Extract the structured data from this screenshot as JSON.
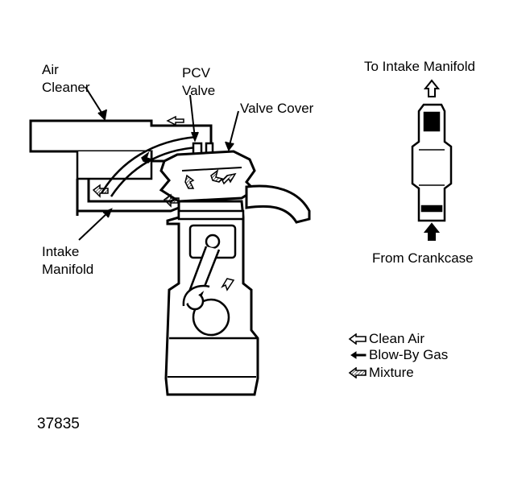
{
  "labels": {
    "air_cleaner_line1": "Air",
    "air_cleaner_line2": "Cleaner",
    "pcv_valve_line1": "PCV",
    "pcv_valve_line2": "Valve",
    "valve_cover": "Valve Cover",
    "intake_manifold_line1": "Intake",
    "intake_manifold_line2": "Manifold",
    "to_intake_manifold": "To Intake Manifold",
    "from_crankcase": "From Crankcase"
  },
  "legend": [
    {
      "symbol": "hollow-arrow-icon",
      "text": "Clean Air"
    },
    {
      "symbol": "solid-arrow-icon",
      "text": "Blow-By Gas"
    },
    {
      "symbol": "hatched-arrow-icon",
      "text": "Mixture"
    }
  ],
  "figure_number": "37835"
}
